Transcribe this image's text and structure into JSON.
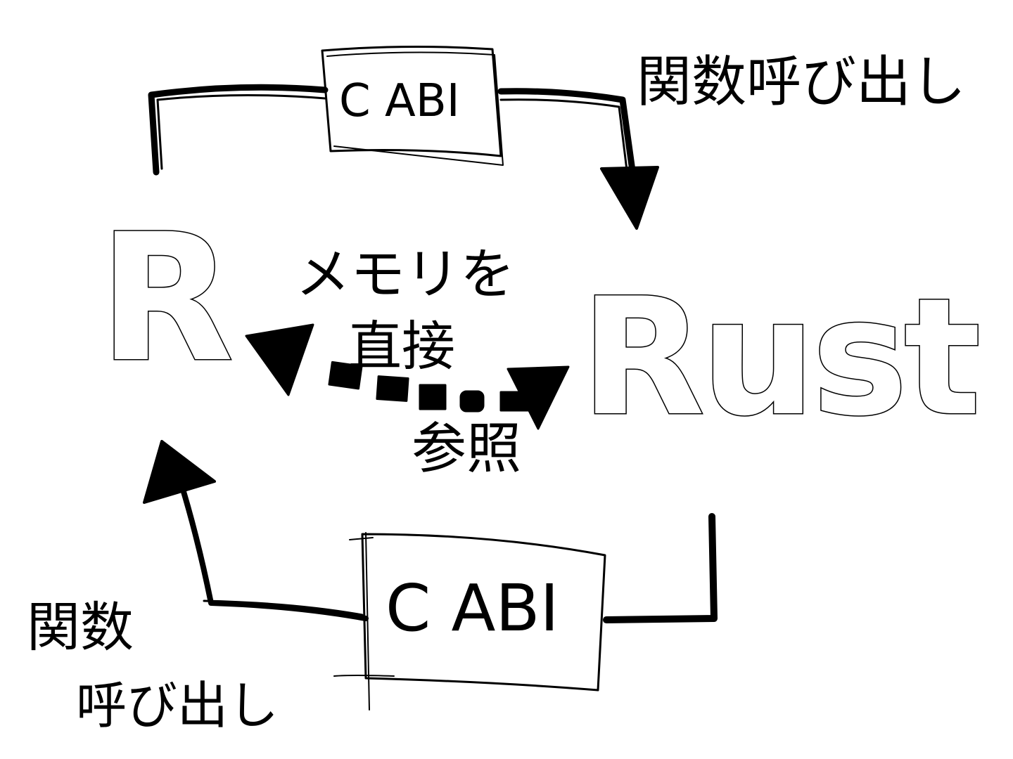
{
  "diagram": {
    "nodes": {
      "r": {
        "label": "R"
      },
      "rust": {
        "label": "Rust"
      },
      "abi_top": {
        "label": "C ABI"
      },
      "abi_bottom": {
        "label": "C ABI"
      }
    },
    "edges": {
      "top": {
        "from": "R",
        "via": "C ABI",
        "to": "Rust",
        "label": "関数呼び出し"
      },
      "bottom": {
        "from": "Rust",
        "via": "C ABI",
        "to": "R",
        "label_line1": "関数",
        "label_line2": "呼び出し"
      },
      "memory": {
        "between": [
          "R",
          "Rust"
        ],
        "style": "dotted-bidirectional",
        "label_line1": "メモリを",
        "label_line2": "直接",
        "label_line3": "参照"
      }
    },
    "colors": {
      "ink": "#000000",
      "background": "#ffffff"
    }
  }
}
